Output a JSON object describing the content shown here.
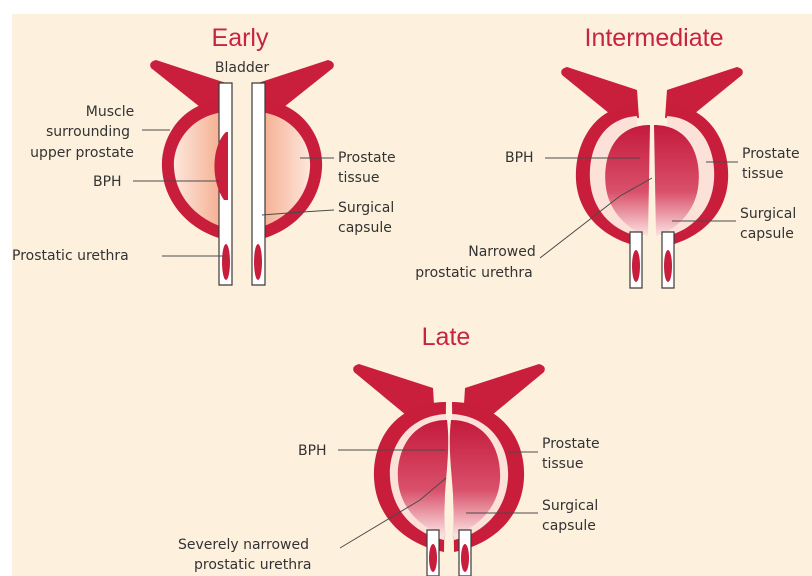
{
  "colors": {
    "background": "#fdf1dd",
    "title": "#c8233f",
    "muscle": "#c81e3c",
    "tissue_early": "#f5b89b",
    "bph": "#c51e3f",
    "label": "#333333"
  },
  "panels": {
    "early": {
      "title": "Early",
      "labels": {
        "bladder": "Bladder",
        "muscle_l1": "Muscle",
        "muscle_l2": "surrounding",
        "muscle_l3": "upper prostate",
        "bph": "BPH",
        "tissue_l1": "Prostate",
        "tissue_l2": "tissue",
        "capsule_l1": "Surgical",
        "capsule_l2": "capsule",
        "urethra": "Prostatic urethra"
      }
    },
    "intermediate": {
      "title": "Intermediate",
      "labels": {
        "bph": "BPH",
        "tissue_l1": "Prostate",
        "tissue_l2": "tissue",
        "capsule_l1": "Surgical",
        "capsule_l2": "capsule",
        "urethra_l1": "Narrowed",
        "urethra_l2": "prostatic urethra"
      }
    },
    "late": {
      "title": "Late",
      "labels": {
        "bph": "BPH",
        "tissue_l1": "Prostate",
        "tissue_l2": "tissue",
        "capsule_l1": "Surgical",
        "capsule_l2": "capsule",
        "urethra_l1": "Severely narrowed",
        "urethra_l2": "prostatic urethra"
      }
    }
  }
}
